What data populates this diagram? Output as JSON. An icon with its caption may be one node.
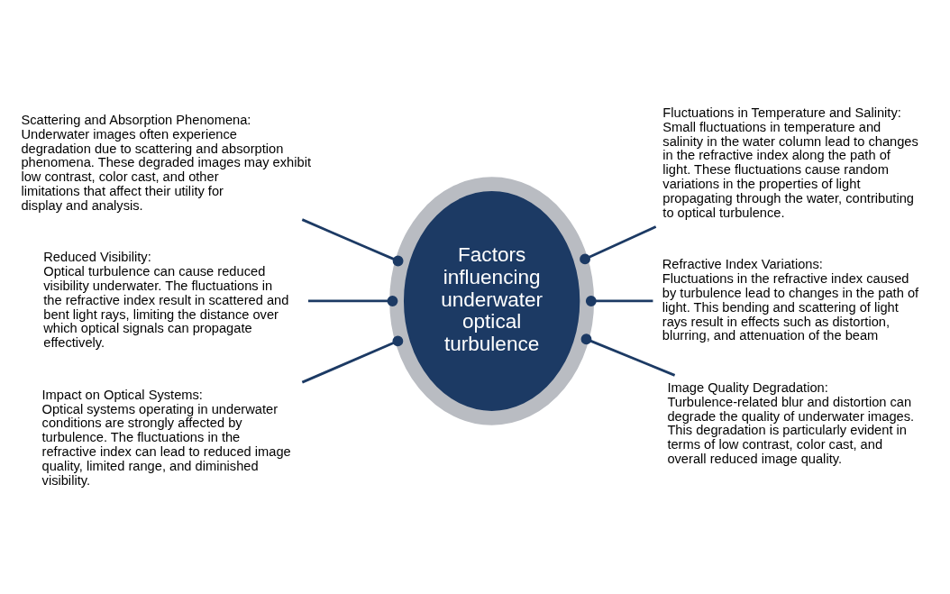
{
  "diagram": {
    "nodes": [
      {
        "text": [
          "Factors influencing underwater optical turbulence"
        ]
      },
      {
        "text": [
          "Scattering and Absorption Phenomena:",
          "Underwater images often experience degradation due to scattering and absorption phenomena. These degraded images may exhibit low contrast, color cast, and other limitations that affect their utility for display and analysis."
        ]
      },
      {
        "text": [
          "Fluctuations in Temperature and Salinity:",
          "Small fluctuations in temperature and salinity in the water column lead to changes in the refractive index along the path of light. These fluctuations cause random variations in the properties of light propagating through the water, contributing to optical turbulence."
        ]
      },
      {
        "text": [
          "Reduced Visibility:",
          "Optical turbulence can cause reduced visibility underwater. The fluctuations in the refractive index result in scattered and bent light rays, limiting the distance over which optical signals can propagate effectively."
        ]
      },
      {
        "text": [
          "Refractive Index Variations:",
          "Fluctuations in the refractive index caused by turbulence lead to changes in the path of light. This bending and scattering of light rays result in effects such as distortion, blurring, and attenuation of the beam"
        ]
      },
      {
        "text": [
          "Impact on Optical Systems:",
          "Optical systems operating in underwater conditions are strongly affected by turbulence. The fluctuations in the refractive index can lead to reduced image quality, limited range, and diminished visibility."
        ]
      },
      {
        "text": [
          "Image Quality Degradation:",
          "Turbulence-related blur and distortion can degrade the quality of underwater images. This degradation is particularly evident in terms of low contrast, color cast, and overall reduced image quality."
        ]
      }
    ],
    "edges": [
      {
        "from": 1,
        "to": 0,
        "arrow": "other"
      },
      {
        "from": 2,
        "to": 0,
        "arrow": "other"
      },
      {
        "from": 3,
        "to": 0,
        "arrow": "other"
      },
      {
        "from": 4,
        "to": 0,
        "arrow": "other"
      },
      {
        "from": 5,
        "to": 0,
        "arrow": "other"
      },
      {
        "from": 6,
        "to": 0,
        "arrow": "other"
      }
    ]
  }
}
